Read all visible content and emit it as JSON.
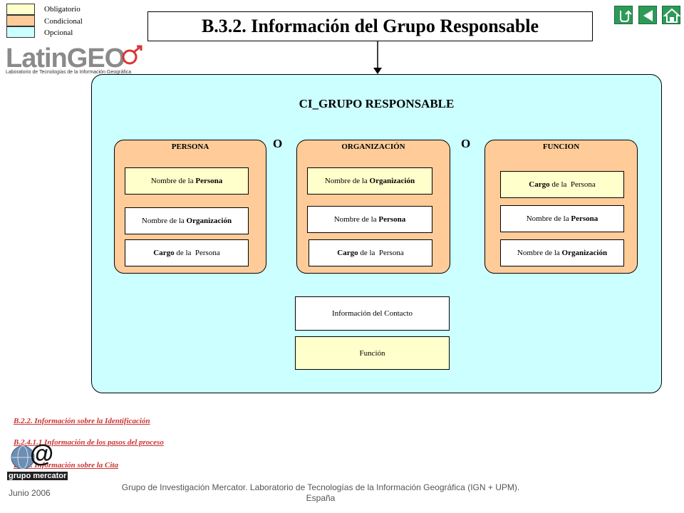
{
  "legend": {
    "items": [
      {
        "label": "Obligatorio",
        "color": "#ffffcc"
      },
      {
        "label": "Condicional",
        "color": "#ffcc99"
      },
      {
        "label": "Opcional",
        "color": "#ccffff"
      }
    ]
  },
  "title": "B.3.2. Información del Grupo Responsable",
  "logo": {
    "latin": "Latin",
    "geo": "GEO",
    "subtitle": "Laboratorio de Tecnologías de la Información Geográfica"
  },
  "nav": {
    "icons": [
      "return-icon",
      "back-arrow-icon",
      "home-icon"
    ]
  },
  "diagram": {
    "main_title": "CI_GRUPO RESPONSABLE",
    "or_label_1": "O",
    "or_label_2": "O",
    "persona": {
      "label": "PERSONA",
      "f1_prefix": "Nombre de la ",
      "f1_bold": "Persona",
      "f2_prefix": "Nombre de la ",
      "f2_bold": "Organización",
      "f3_bold": "Cargo",
      "f3_suffix": " de la  Persona"
    },
    "organizacion": {
      "label": "ORGANIZACIÓN",
      "f1_prefix": "Nombre de la ",
      "f1_bold": "Organización",
      "f2_prefix": "Nombre de la ",
      "f2_bold": "Persona",
      "f3_bold": "Cargo",
      "f3_suffix": " de la  Persona"
    },
    "funcion": {
      "label": "FUNCION",
      "f1_bold": "Cargo",
      "f1_suffix": " de la  Persona",
      "f2_prefix": "Nombre de la ",
      "f2_bold": "Persona",
      "f3_prefix": "Nombre de la ",
      "f3_bold": "Organización"
    },
    "contact_info": "Información del Contacto",
    "role": "Función",
    "colors": {
      "mandatory": "#ffffcc",
      "conditional": "#ffcc99",
      "optional": "#ccffff"
    }
  },
  "links": [
    "B.2.2. Información sobre la Identificación",
    "B.2.4.1.1  Información de los pasos del proceso",
    "B.3.1. Información sobre la Cita"
  ],
  "footer": {
    "date": "Junio 2006",
    "org_line1": "Grupo de Investigación Mercator. Laboratorio de Tecnologías de la Información Geográfica (IGN + UPM).",
    "org_line2": "España",
    "logo_text": "grupo mercator",
    "logo_at": "@"
  }
}
